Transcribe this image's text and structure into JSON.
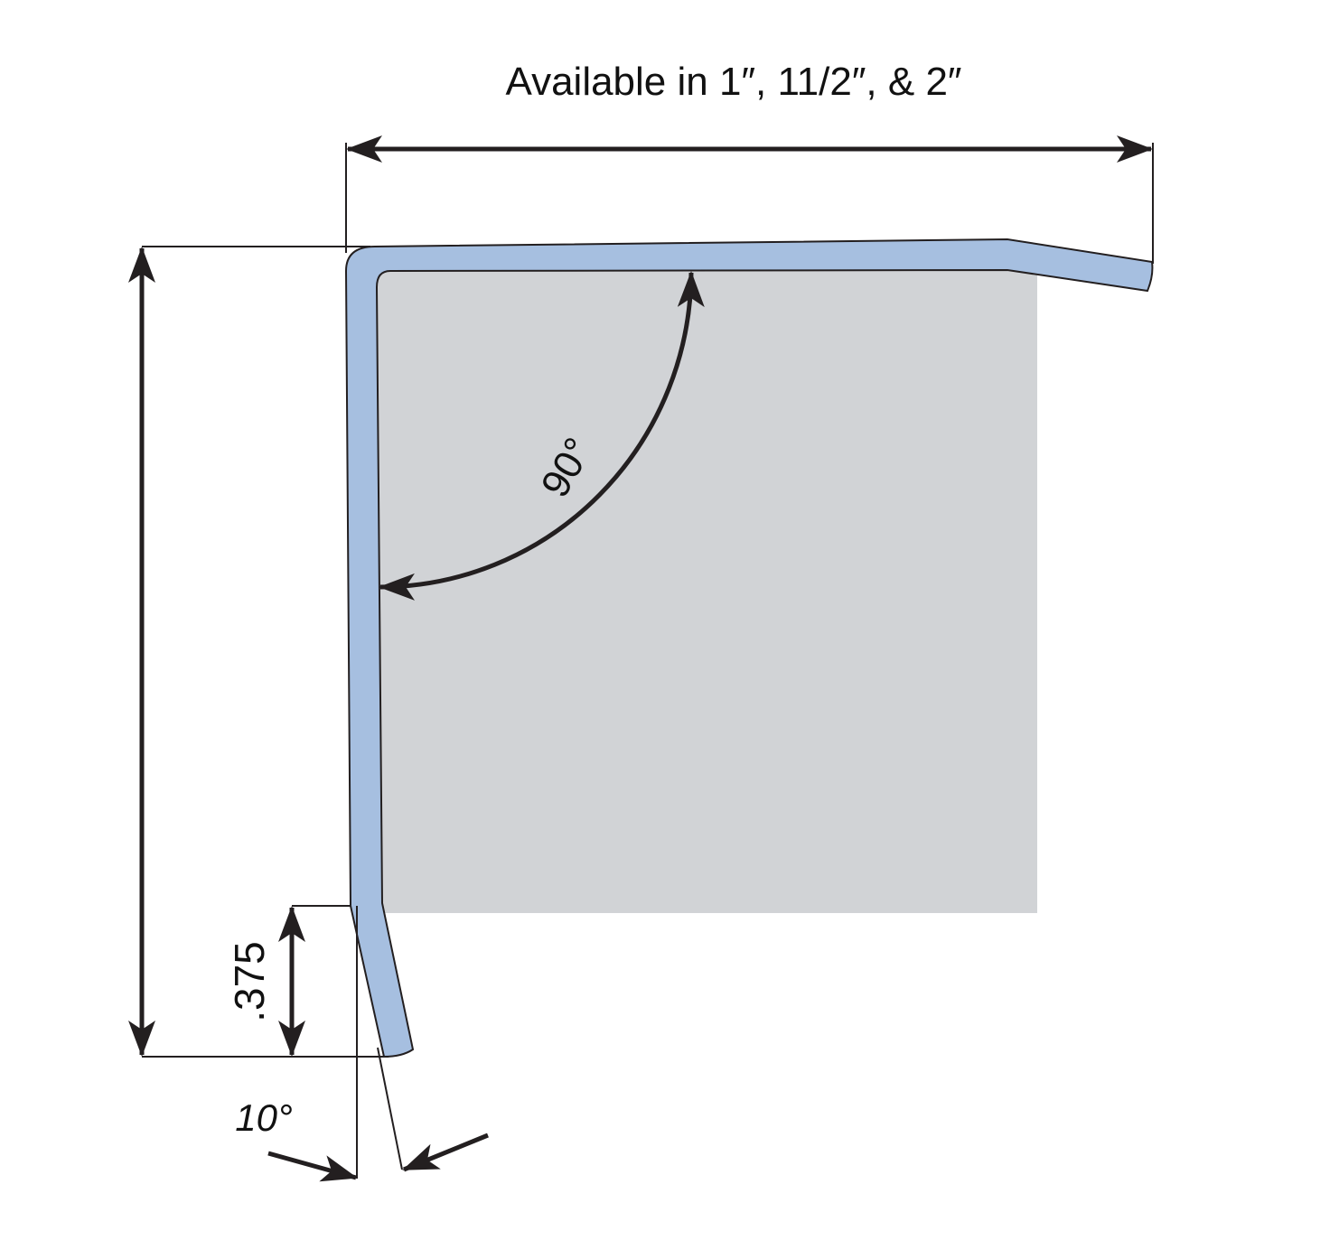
{
  "title": "Available in 1″, 11/2″, & 2″",
  "labels": {
    "angle_main": "90°",
    "lip_height": ".375",
    "lip_angle": "10°"
  },
  "colors": {
    "profile_fill": "#a6bfe0",
    "backing_fill": "#d1d3d6",
    "line": "#231f20"
  }
}
